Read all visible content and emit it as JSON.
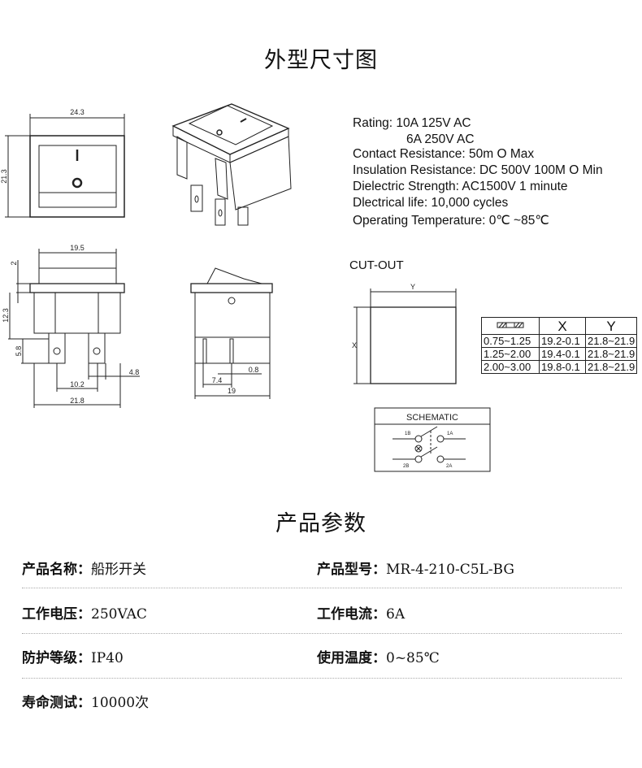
{
  "section1_title": "外型尺寸图",
  "specs": [
    "Rating: 10A 125V AC",
    "6A 250V AC",
    "Contact Resistance: 50m O Max",
    "Insulation Resistance: DC 500V 100M O Min",
    "Dielectric Strength: AC1500V 1 minute",
    "Dlectrical life: 10,000 cycles",
    "Operating Temperature: 0℃ ~85℃"
  ],
  "front_view": {
    "mark_on": "I",
    "mark_off": "O",
    "width_dim": "24.3",
    "height_dim": "21.3"
  },
  "side_view": {
    "cap_width": "19.5",
    "cap_height": "2",
    "body_height": "12.3",
    "terminal_height": "5.8",
    "terminal_spacing": "10.2",
    "terminal_width": "4.8",
    "overall_width": "21.8"
  },
  "end_view": {
    "pin_offset": "7.4",
    "pin_thickness": "0.8",
    "overall_width": "19"
  },
  "cutout": {
    "label": "CUT-OUT",
    "x_label": "X",
    "y_label": "Y",
    "table": {
      "headers": [
        "X",
        "Y"
      ],
      "rows": [
        [
          "0.75~1.25",
          "19.2-0.1",
          "21.8~21.9"
        ],
        [
          "1.25~2.00",
          "19.4-0.1",
          "21.8~21.9"
        ],
        [
          "2.00~3.00",
          "19.8-0.1",
          "21.8~21.9"
        ]
      ]
    }
  },
  "schematic": {
    "title": "SCHEMATIC",
    "terminals": [
      "1B",
      "1A",
      "2B",
      "2A"
    ]
  },
  "section2_title": "产品参数",
  "params": [
    {
      "label": "产品名称：",
      "value": "船形开关"
    },
    {
      "label": "产品型号：",
      "value": "MR-4-210-C5L-BG"
    },
    {
      "label": "工作电压：",
      "value": "250VAC"
    },
    {
      "label": "工作电流：",
      "value": "6A"
    },
    {
      "label": "防护等级：",
      "value": "IP40"
    },
    {
      "label": "使用温度：",
      "value": "0~85℃"
    },
    {
      "label": "寿命测试：",
      "value": "10000次"
    }
  ]
}
